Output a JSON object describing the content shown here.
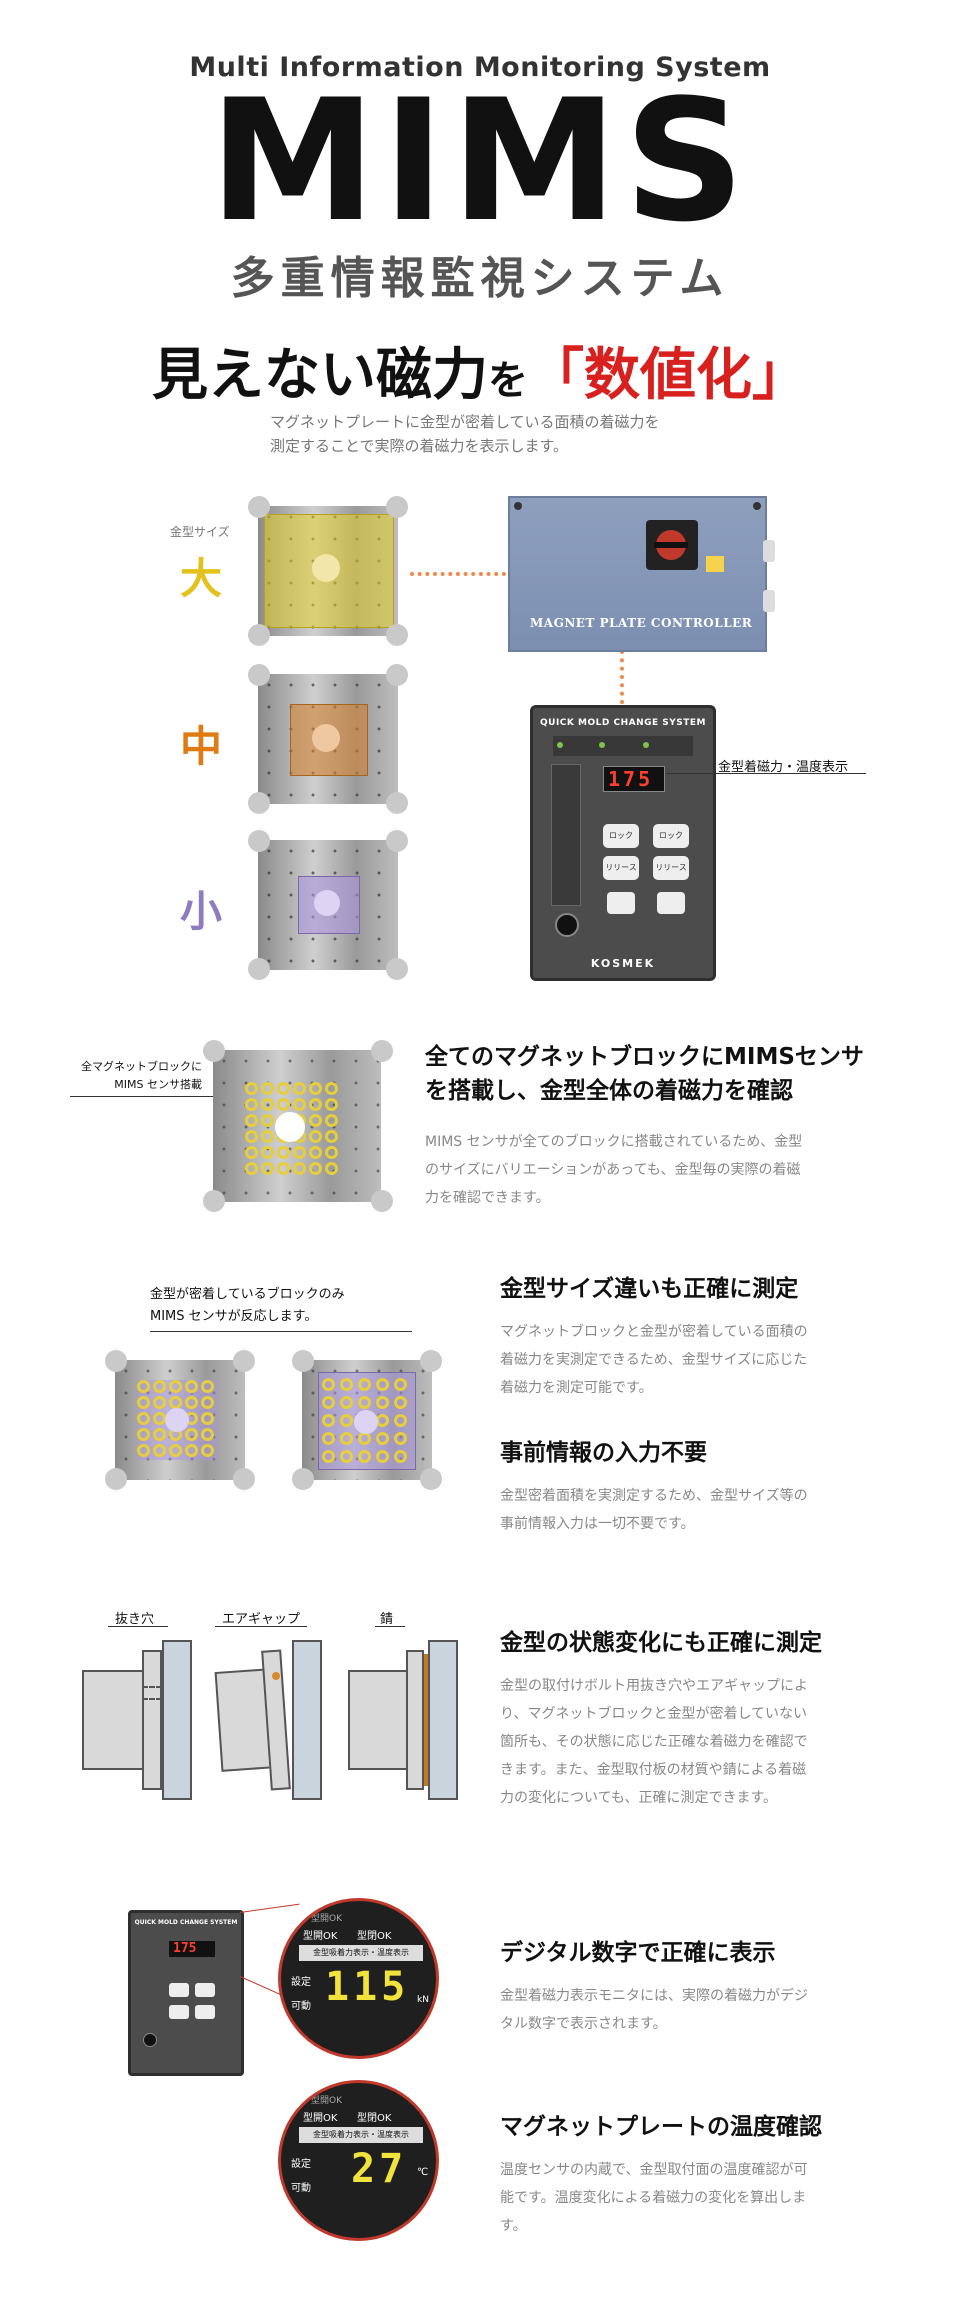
{
  "header": {
    "subtitle_en": "Multi Information Monitoring System",
    "logo": "MIMS",
    "subtitle_ja": "多重情報監視システム"
  },
  "hero": {
    "headline_main": "見えない磁力",
    "headline_particle": "を",
    "headline_emphasis": "「数値化」",
    "intro_line1": "マグネットプレートに金型が密着している面積の着磁力を",
    "intro_line2": "測定することで実際の着磁力を表示します。"
  },
  "sizes": {
    "header": "金型サイズ",
    "large": "大",
    "medium": "中",
    "small": "小",
    "large_color": "#e3c21b",
    "medium_color": "#e07a12",
    "small_color": "#8f7bbf"
  },
  "controller": {
    "label": "MAGNET PLATE CONTROLLER"
  },
  "panel": {
    "title": "QUICK MOLD CHANGE SYSTEM",
    "display_value": "175",
    "btn_lock_left": "ロック",
    "btn_release_left": "リリース",
    "btn_lock_right": "ロック",
    "btn_release_right": "リリース",
    "brand": "KOSMEK",
    "callout": "金型着磁力・温度表示"
  },
  "section1": {
    "callout_line1": "全マグネットブロックに",
    "callout_line2": "MIMS センサ搭載",
    "title_line1": "全てのマグネットブロックにMIMSセンサ",
    "title_line2": "を搭載し、金型全体の着磁力を確認",
    "body_line1": "MIMS センサが全てのブロックに搭載されているため、金型",
    "body_line2": "のサイズにバリエーションがあっても、金型毎の実際の着磁",
    "body_line3": "力を確認できます。"
  },
  "section2": {
    "callout_line1": "金型が密着しているブロックのみ",
    "callout_line2": "MIMS センサが反応します。",
    "title": "金型サイズ違いも正確に測定",
    "body_line1": "マグネットブロックと金型が密着している面積の",
    "body_line2": "着磁力を実測定できるため、金型サイズに応じた",
    "body_line3": "着磁力を測定可能です。",
    "title2": "事前情報の入力不要",
    "body2_line1": "金型密着面積を実測定するため、金型サイズ等の",
    "body2_line2": "事前情報入力は一切不要です。"
  },
  "section3": {
    "label_hole": "抜き穴",
    "label_gap": "エアギャップ",
    "label_rust": "錆",
    "title": "金型の状態変化にも正確に測定",
    "body_line1": "金型の取付けボルト用抜き穴やエアギャップによ",
    "body_line2": "り、マグネットブロックと金型が密着していない",
    "body_line3": "箇所も、その状態に応じた正確な着磁力を確認で",
    "body_line4": "きます。また、金型取付板の材質や錆による着磁",
    "body_line5": "力の変化についても、正確に測定できます。"
  },
  "section4": {
    "zoom1_value": "115",
    "zoom1_caption": "金型吸着力表示・温度表示",
    "zoom1_top": "型開OK",
    "zoom1_top2": "型閉OK",
    "zoom1_left1": "設定",
    "zoom1_left2": "可動",
    "zoom1_unit": "kN",
    "zoom2_value": "27",
    "zoom2_caption": "金型吸着力表示・温度表示",
    "zoom2_top": "型開OK",
    "zoom2_top2": "型閉OK",
    "zoom2_left1": "設定",
    "zoom2_left2": "可動",
    "zoom2_unit": "℃",
    "small_panel_title": "QUICK MOLD CHANGE SYSTEM",
    "small_panel_value": "175",
    "title": "デジタル数字で正確に表示",
    "body_line1": "金型着磁力表示モニタには、実際の着磁力がデジ",
    "body_line2": "タル数字で表示されます。",
    "title2": "マグネットプレートの温度確認",
    "body2_line1": "温度センサの内蔵で、金型取付面の温度確認が可",
    "body2_line2": "能です。温度変化による着磁力の変化を算出しま",
    "body2_line3": "す。"
  }
}
